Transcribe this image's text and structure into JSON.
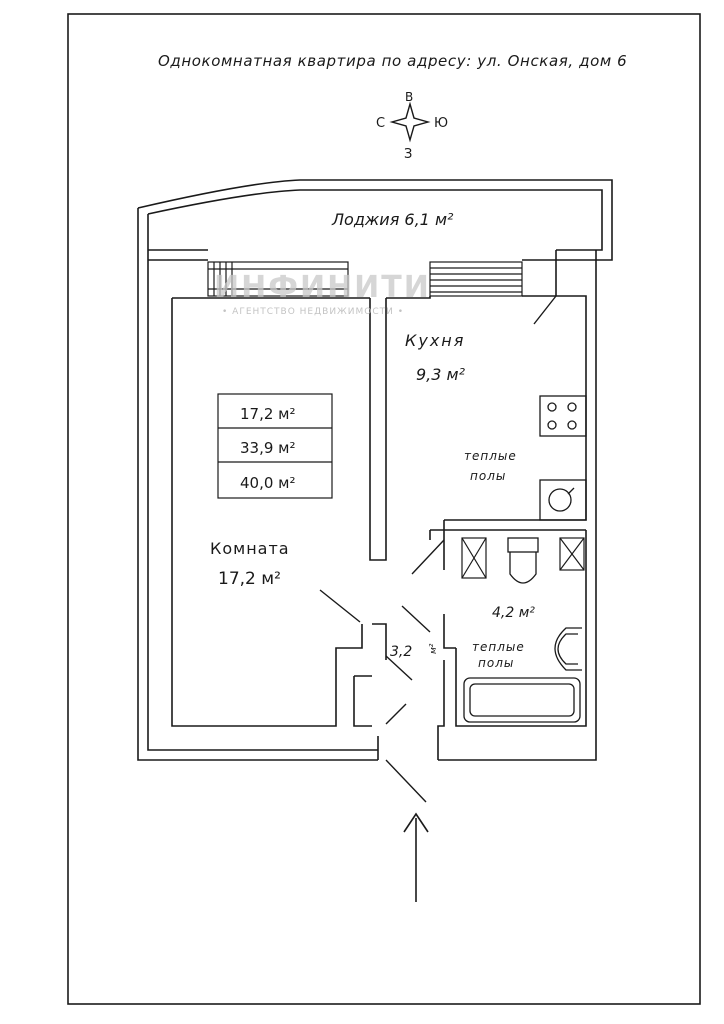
{
  "header": {
    "title": "Однокомнатная квартира по адресу: ул. Онская, дом 6"
  },
  "compass": {
    "north": "В",
    "west": "С",
    "east": "Ю",
    "south": "З"
  },
  "watermark": {
    "brand": "ИНФИНИТИ",
    "tagline": "• АГЕНТСТВО НЕДВИЖИМОСТИ •"
  },
  "rooms": {
    "loggia": {
      "label": "Лоджия 6,1 м²"
    },
    "kitchen": {
      "name": "Кухня",
      "area": "9,3 м²",
      "note_line1": "теплые",
      "note_line2": "полы"
    },
    "living": {
      "name": "Комната",
      "area": "17,2 м²"
    },
    "bathroom": {
      "area": "4,2 м²",
      "note_line1": "теплые",
      "note_line2": "полы"
    },
    "hall": {
      "area": "3,2",
      "unit": "м²"
    }
  },
  "area_summary": {
    "living_area": "17,2 м²",
    "useful_area": "33,9 м²",
    "total_area": "40,0 м²"
  },
  "colors": {
    "ink": "#1a1a1a",
    "paper": "#ffffff",
    "watermark": "#c9c9c9"
  }
}
